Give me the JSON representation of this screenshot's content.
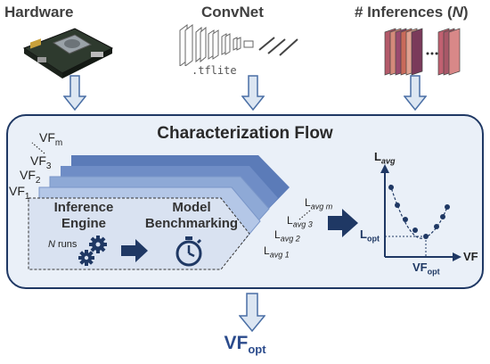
{
  "top": {
    "hardware": "Hardware",
    "convnet": "ConvNet",
    "inferences_prefix": "# Inferences (",
    "inferences_var": "N",
    "inferences_suffix": ")",
    "tflite": ".tflite"
  },
  "flow": {
    "title": "Characterization Flow",
    "vf_labels": {
      "m": "m",
      "3": "3",
      "2": "2",
      "1": "1",
      "base": "VF"
    },
    "inference_engine": [
      "Inference",
      "Engine"
    ],
    "model_benchmarking": [
      "Model",
      "Benchmarking"
    ],
    "runs_var": "N",
    "runs_text": " runs",
    "lavg": {
      "base": "L",
      "m": "avg m",
      "3": "avg 3",
      "2": "avg 2",
      "1": "avg 1"
    }
  },
  "plot": {
    "y_label_base": "L",
    "y_label_sub": "avg",
    "x_label": "VF",
    "lopt_base": "L",
    "lopt_sub": "opt",
    "vfopt_base": "VF",
    "vfopt_sub": "opt"
  },
  "output": {
    "base": "VF",
    "sub": "opt"
  },
  "colors": {
    "arrow_fill": "#dce6f2",
    "arrow_stroke": "#4a6fa5",
    "box_border": "#1f3864",
    "box_bg": "#eaf0f8",
    "dark_blue": "#1f3864",
    "stack_dark": "#5b7bb8",
    "stack_mid": "#8ea9d6",
    "stack_light": "#b4c7e7",
    "stack_front": "#d9e2f1"
  }
}
